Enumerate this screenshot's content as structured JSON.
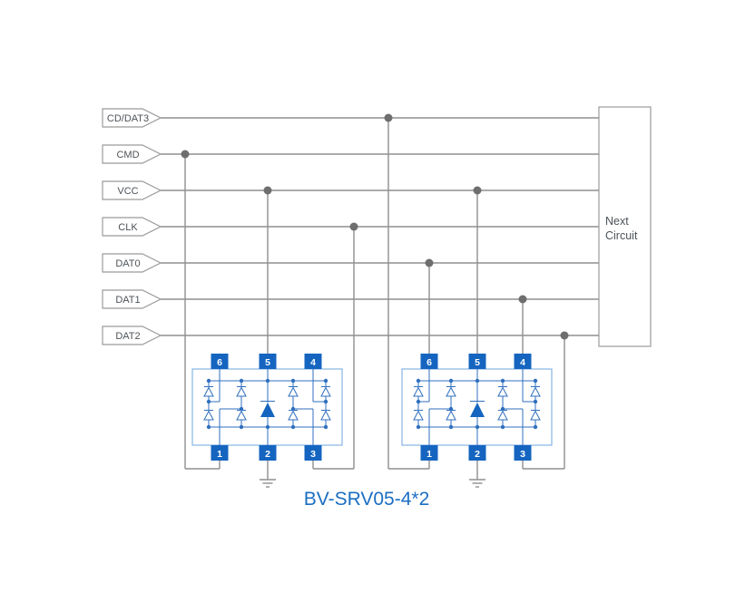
{
  "diagram": {
    "title": "BV-SRV05-4*2",
    "signals": [
      {
        "label": "CD/DAT3"
      },
      {
        "label": "CMD"
      },
      {
        "label": "VCC"
      },
      {
        "label": "CLK"
      },
      {
        "label": "DAT0"
      },
      {
        "label": "DAT1"
      },
      {
        "label": "DAT2"
      }
    ],
    "next_circuit": {
      "line1": "Next",
      "line2": "Circuit"
    },
    "ics": [
      {
        "pins_top": [
          "6",
          "5",
          "4"
        ],
        "pins_bottom": [
          "1",
          "2",
          "3"
        ]
      },
      {
        "pins_top": [
          "6",
          "5",
          "4"
        ],
        "pins_bottom": [
          "1",
          "2",
          "3"
        ]
      }
    ],
    "colors": {
      "wire": "#8f8f8f",
      "dot": "#6e6e6e",
      "ic-accent": "#1565c0",
      "ic-outline": "#85b4e4",
      "ic-line": "#2f6fbf",
      "label-border": "#9b9b9b",
      "text-dim": "#4d5359",
      "title-accent": "#1b6ec2"
    }
  }
}
